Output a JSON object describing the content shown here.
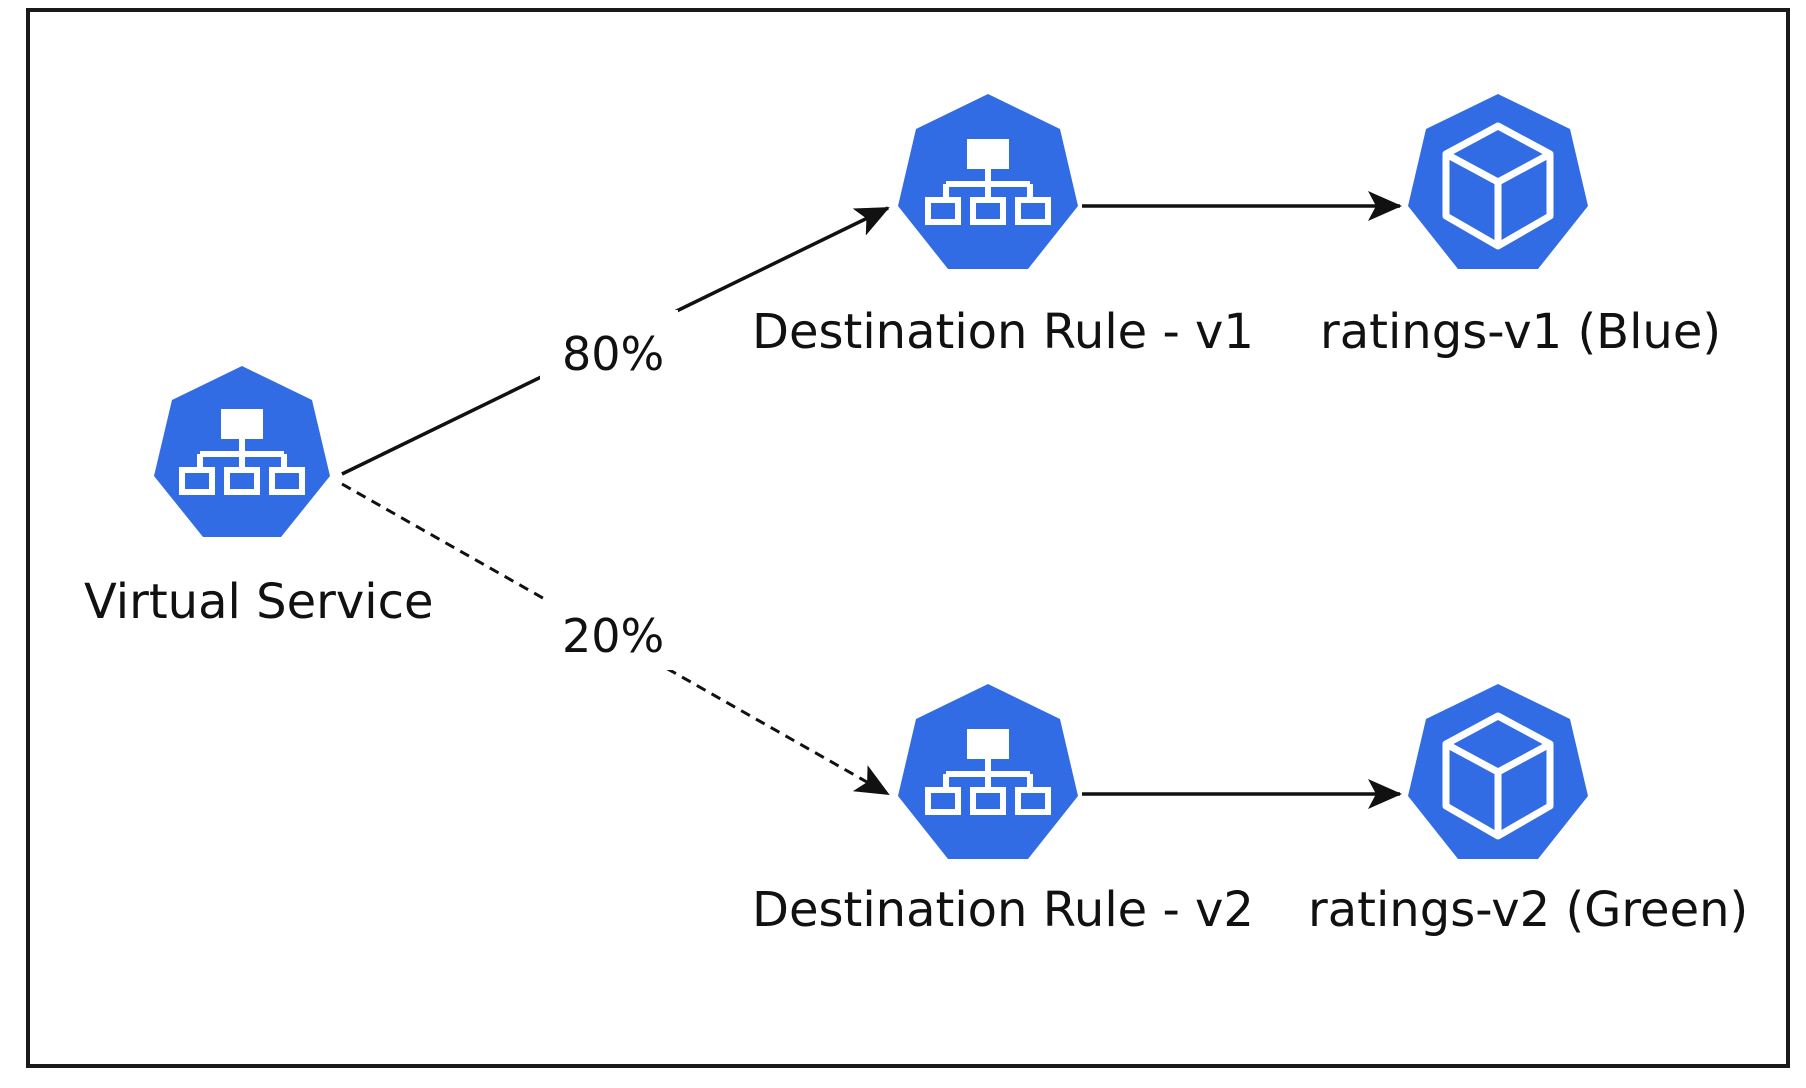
{
  "colors": {
    "node_fill": "#326ce5",
    "icon_stroke": "#ffffff",
    "edge": "#111111",
    "frame": "#1a1a1a"
  },
  "nodes": {
    "virtual_service": {
      "label": "Virtual Service",
      "icon": "network-hierarchy-icon"
    },
    "dest_rule_v1": {
      "label": "Destination Rule - v1",
      "icon": "network-hierarchy-icon"
    },
    "dest_rule_v2": {
      "label": "Destination Rule - v2",
      "icon": "network-hierarchy-icon"
    },
    "ratings_v1": {
      "label": "ratings-v1 (Blue)",
      "icon": "cube-icon"
    },
    "ratings_v2": {
      "label": "ratings-v2 (Green)",
      "icon": "cube-icon"
    }
  },
  "edges": {
    "to_v1": {
      "label": "80%",
      "style": "solid"
    },
    "to_v2": {
      "label": "20%",
      "style": "dashed"
    },
    "v1_to_ratings": {
      "style": "solid"
    },
    "v2_to_ratings": {
      "style": "solid"
    }
  }
}
